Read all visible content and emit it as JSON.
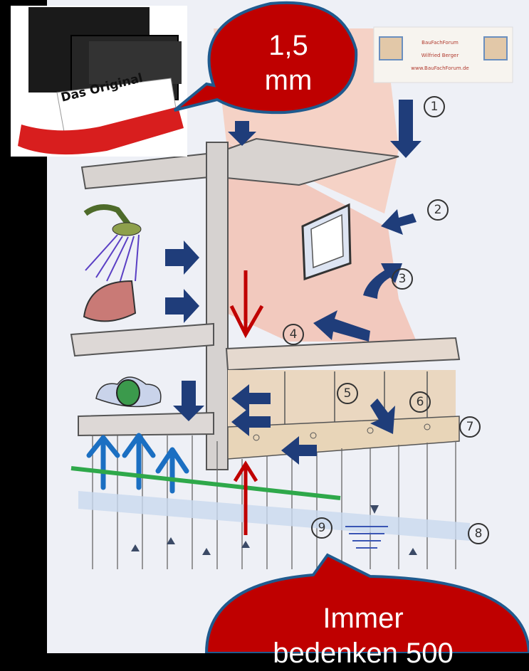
{
  "product_photo": {
    "label": "Das Original"
  },
  "callout_top": {
    "text_line1": "1,5",
    "text_line2": "mm"
  },
  "callout_bottom": {
    "text_line1": "Immer",
    "text_line2": "bedenken 500"
  },
  "logo": {
    "line1": "BauFachForum",
    "line2": "Wilfried Berger",
    "line3": "www.BauFachForum.de"
  },
  "numbered_labels": [
    "1",
    "2",
    "3",
    "4",
    "5",
    "6",
    "7",
    "8",
    "9"
  ],
  "colors": {
    "background": "#000000",
    "bubble_fill": "#bf0000",
    "bubble_stroke": "#1f5a8e",
    "moisture_arrow_blue": "#1b6fc2",
    "red_arrow": "#c00000",
    "green_line": "#2ea84a",
    "sketch_paper": "#eef0f6"
  }
}
